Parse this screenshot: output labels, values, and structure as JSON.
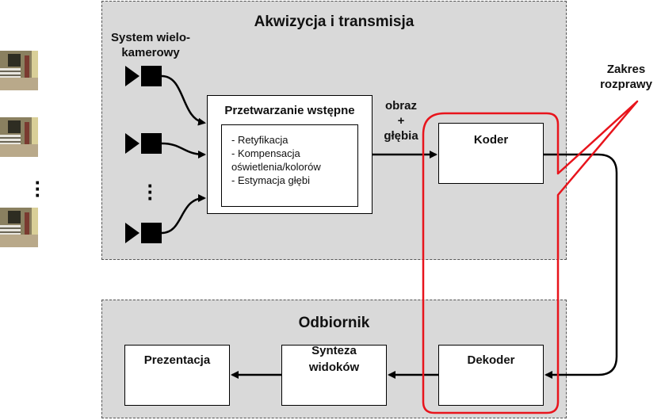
{
  "panels": {
    "acquisition_title": "Akwizycja i transmisja",
    "receiver_title": "Odbiornik"
  },
  "camera_system": {
    "label_line1": "System wielo-",
    "label_line2": "kamerowy"
  },
  "preprocessing": {
    "title": "Przetwarzanie wstępne",
    "items": [
      "- Retyfikacja",
      "- Kompensacja",
      "oświetlenia/kolorów",
      "- Estymacja głębi"
    ]
  },
  "stream_label": {
    "line1": "obraz",
    "line2": "+",
    "line3": "głębia"
  },
  "boxes": {
    "coder": "Koder",
    "decoder": "Dekoder",
    "synthesis_line1": "Synteza",
    "synthesis_line2": "widoków",
    "presentation": "Prezentacja"
  },
  "scope": {
    "line1": "Zakres",
    "line2": "rozprawy",
    "color": "#e8141c"
  },
  "colors": {
    "panel": "#d9d9d9",
    "arrow": "#000000"
  }
}
